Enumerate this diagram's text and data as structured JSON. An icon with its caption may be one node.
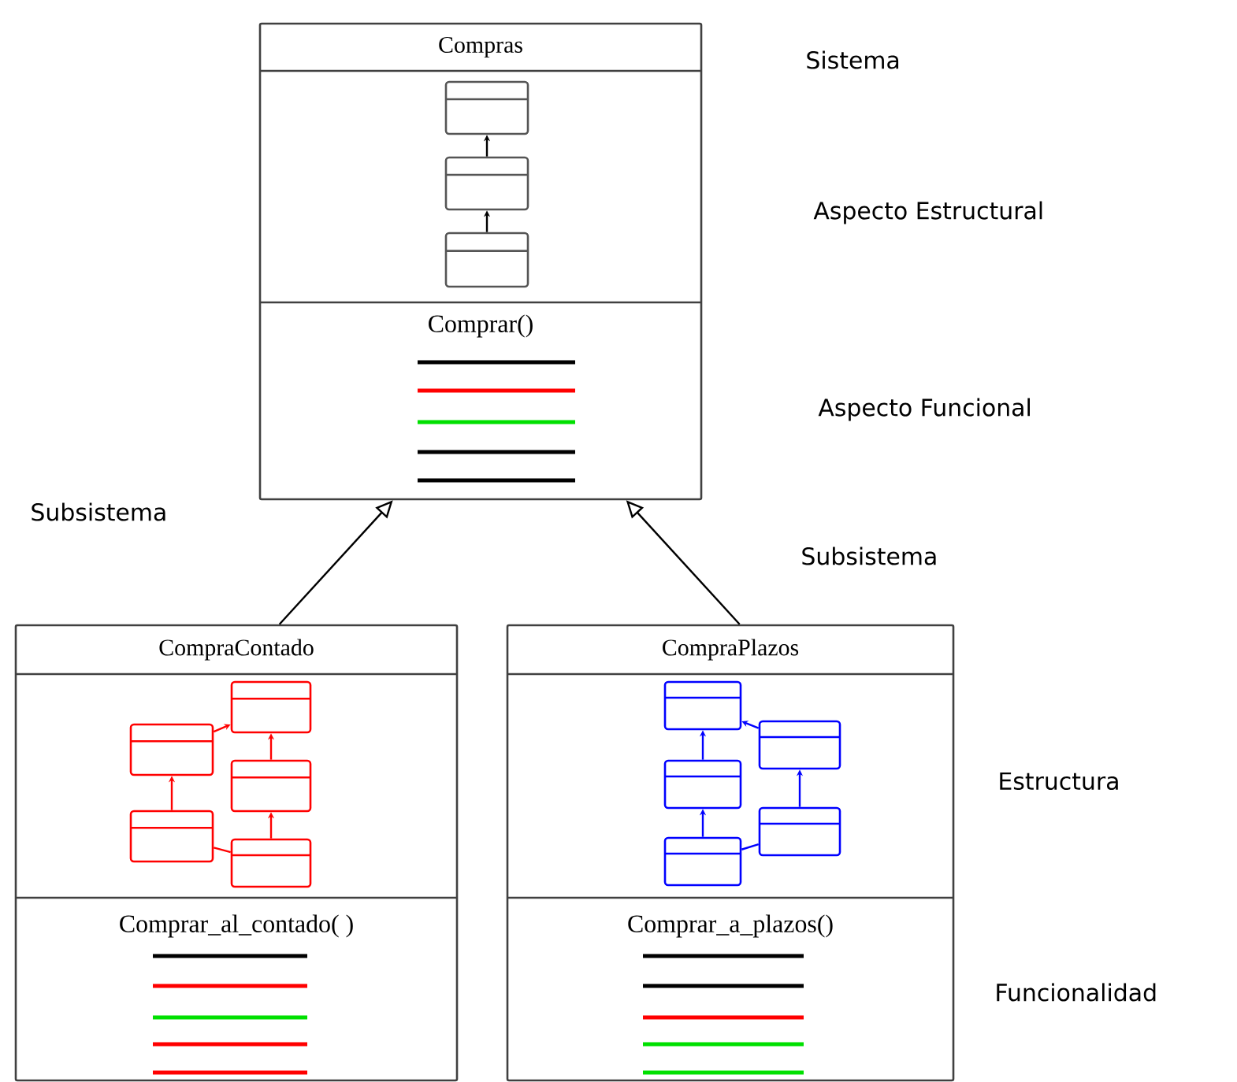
{
  "diagram": {
    "nodes": [
      {
        "text": [
          "Compras",
          "Comprar()"
        ]
      },
      {
        "text": [],
        "shape": "box",
        "in": 0
      },
      {
        "text": [],
        "shape": "box",
        "in": 0
      },
      {
        "text": [],
        "shape": "box",
        "in": 0
      },
      {
        "text": [
          "CompraContado",
          "Comprar_al_contado( )"
        ]
      },
      {
        "text": [],
        "shape": "box",
        "in": 4
      },
      {
        "text": [],
        "shape": "box",
        "in": 4
      },
      {
        "text": [],
        "shape": "box",
        "in": 4
      },
      {
        "text": [],
        "shape": "box",
        "in": 4
      },
      {
        "text": [],
        "shape": "box",
        "in": 4
      },
      {
        "text": [
          "CompraPlazos",
          "Comprar_a_plazos()"
        ]
      },
      {
        "text": [],
        "shape": "box",
        "in": 10
      },
      {
        "text": [],
        "shape": "box",
        "in": 10
      },
      {
        "text": [],
        "shape": "box",
        "in": 10
      },
      {
        "text": [],
        "shape": "box",
        "in": 10
      },
      {
        "text": [],
        "shape": "box",
        "in": 10
      }
    ],
    "edges": [
      {
        "from": 4,
        "to": 0,
        "arrow": "to",
        "color": "#000000"
      },
      {
        "from": 10,
        "to": 0,
        "arrow": "to",
        "color": "#000000"
      },
      {
        "from": 2,
        "to": 1,
        "arrow": "to",
        "color": "#000000"
      },
      {
        "from": 3,
        "to": 2,
        "arrow": "to",
        "color": "#000000"
      },
      {
        "from": 5,
        "to": 6,
        "arrow": "to",
        "color": "#ff0000"
      },
      {
        "from": 8,
        "to": 5,
        "arrow": "to",
        "color": "#ff0000"
      },
      {
        "from": 7,
        "to": 6,
        "arrow": "to",
        "color": "#ff0000"
      },
      {
        "from": 9,
        "to": 7,
        "arrow": "to",
        "color": "#ff0000"
      },
      {
        "from": 8,
        "to": 9,
        "arrow": "none",
        "color": "#ff0000"
      },
      {
        "from": 12,
        "to": 11,
        "arrow": "to",
        "color": "#0000ff"
      },
      {
        "from": 13,
        "to": 11,
        "arrow": "to",
        "color": "#0000ff"
      },
      {
        "from": 14,
        "to": 13,
        "arrow": "to",
        "color": "#0000ff"
      },
      {
        "from": 15,
        "to": 12,
        "arrow": "to",
        "color": "#0000ff"
      },
      {
        "from": 14,
        "to": 15,
        "arrow": "none",
        "color": "#0000ff"
      }
    ],
    "labels": [
      "Sistema",
      "Aspecto Estructural",
      "Aspecto Funcional",
      "Subsistema",
      "Subsistema",
      "Estructura",
      "Funcionalidad"
    ]
  }
}
